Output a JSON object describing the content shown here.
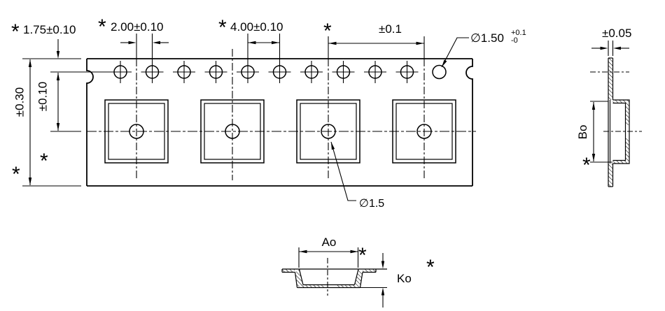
{
  "drawing_title": "carrier-tape-dimension-drawing",
  "marks": {
    "asterisk": "*"
  },
  "views": {
    "main": {
      "edge_to_sprocket_center": "1.75±0.10",
      "sprocket_to_pocket_center": "2.00±0.10",
      "sprocket_pitch": "4.00±0.10",
      "pocket_pitch_tol": "±0.1",
      "sprocket_hole_dia": "∅1.50",
      "sprocket_hole_tol_plus": "+0.1",
      "sprocket_hole_tol_minus": "-0",
      "tape_width_tol": "±0.30",
      "sprocket_to_centerline_tol": "±0.10",
      "pocket_center_hole_dia": "∅1.5"
    },
    "side": {
      "thickness_tol": "±0.05",
      "pocket_width_label": "Bo"
    },
    "section": {
      "pocket_length_label": "Ao",
      "pocket_depth_label": "Ko"
    }
  }
}
